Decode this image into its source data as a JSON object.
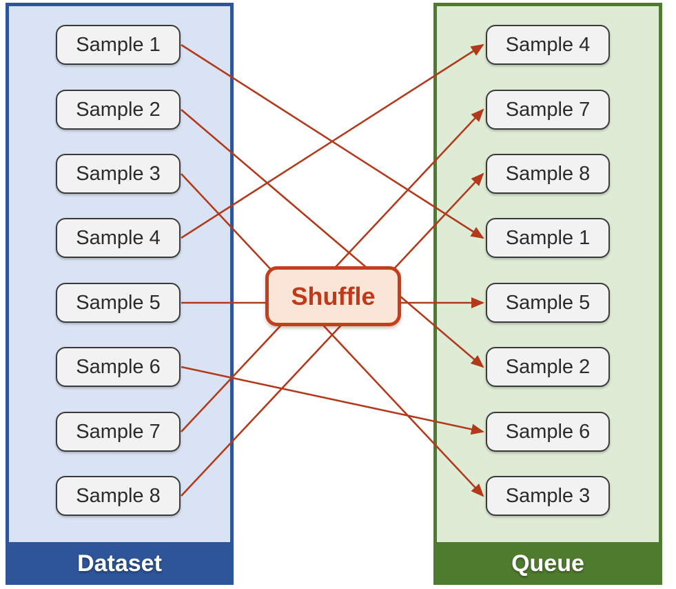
{
  "dataset": {
    "label": "Dataset",
    "items": [
      "Sample 1",
      "Sample 2",
      "Sample 3",
      "Sample 4",
      "Sample 5",
      "Sample 6",
      "Sample 7",
      "Sample 8"
    ]
  },
  "queue": {
    "label": "Queue",
    "items": [
      "Sample 4",
      "Sample 7",
      "Sample 8",
      "Sample 1",
      "Sample 5",
      "Sample 2",
      "Sample 6",
      "Sample 3"
    ]
  },
  "shuffle": {
    "label": "Shuffle"
  },
  "connections": [
    {
      "from_dataset_index": 0,
      "to_queue_index": 3
    },
    {
      "from_dataset_index": 1,
      "to_queue_index": 5
    },
    {
      "from_dataset_index": 2,
      "to_queue_index": 7
    },
    {
      "from_dataset_index": 3,
      "to_queue_index": 0
    },
    {
      "from_dataset_index": 4,
      "to_queue_index": 4
    },
    {
      "from_dataset_index": 5,
      "to_queue_index": 6
    },
    {
      "from_dataset_index": 6,
      "to_queue_index": 1
    },
    {
      "from_dataset_index": 7,
      "to_queue_index": 2
    }
  ],
  "colors": {
    "arrow": "#b23a1b",
    "dataset_accent": "#2e5597",
    "dataset_fill": "#dae3f3",
    "queue_accent": "#4f7b2e",
    "queue_fill": "#deebd5",
    "shuffle_border": "#c43e1c",
    "shuffle_fill": "#fbe5d6",
    "shuffle_text": "#c2391a",
    "sample_fill": "#f2f2f2",
    "sample_border": "#3a3a3a"
  }
}
